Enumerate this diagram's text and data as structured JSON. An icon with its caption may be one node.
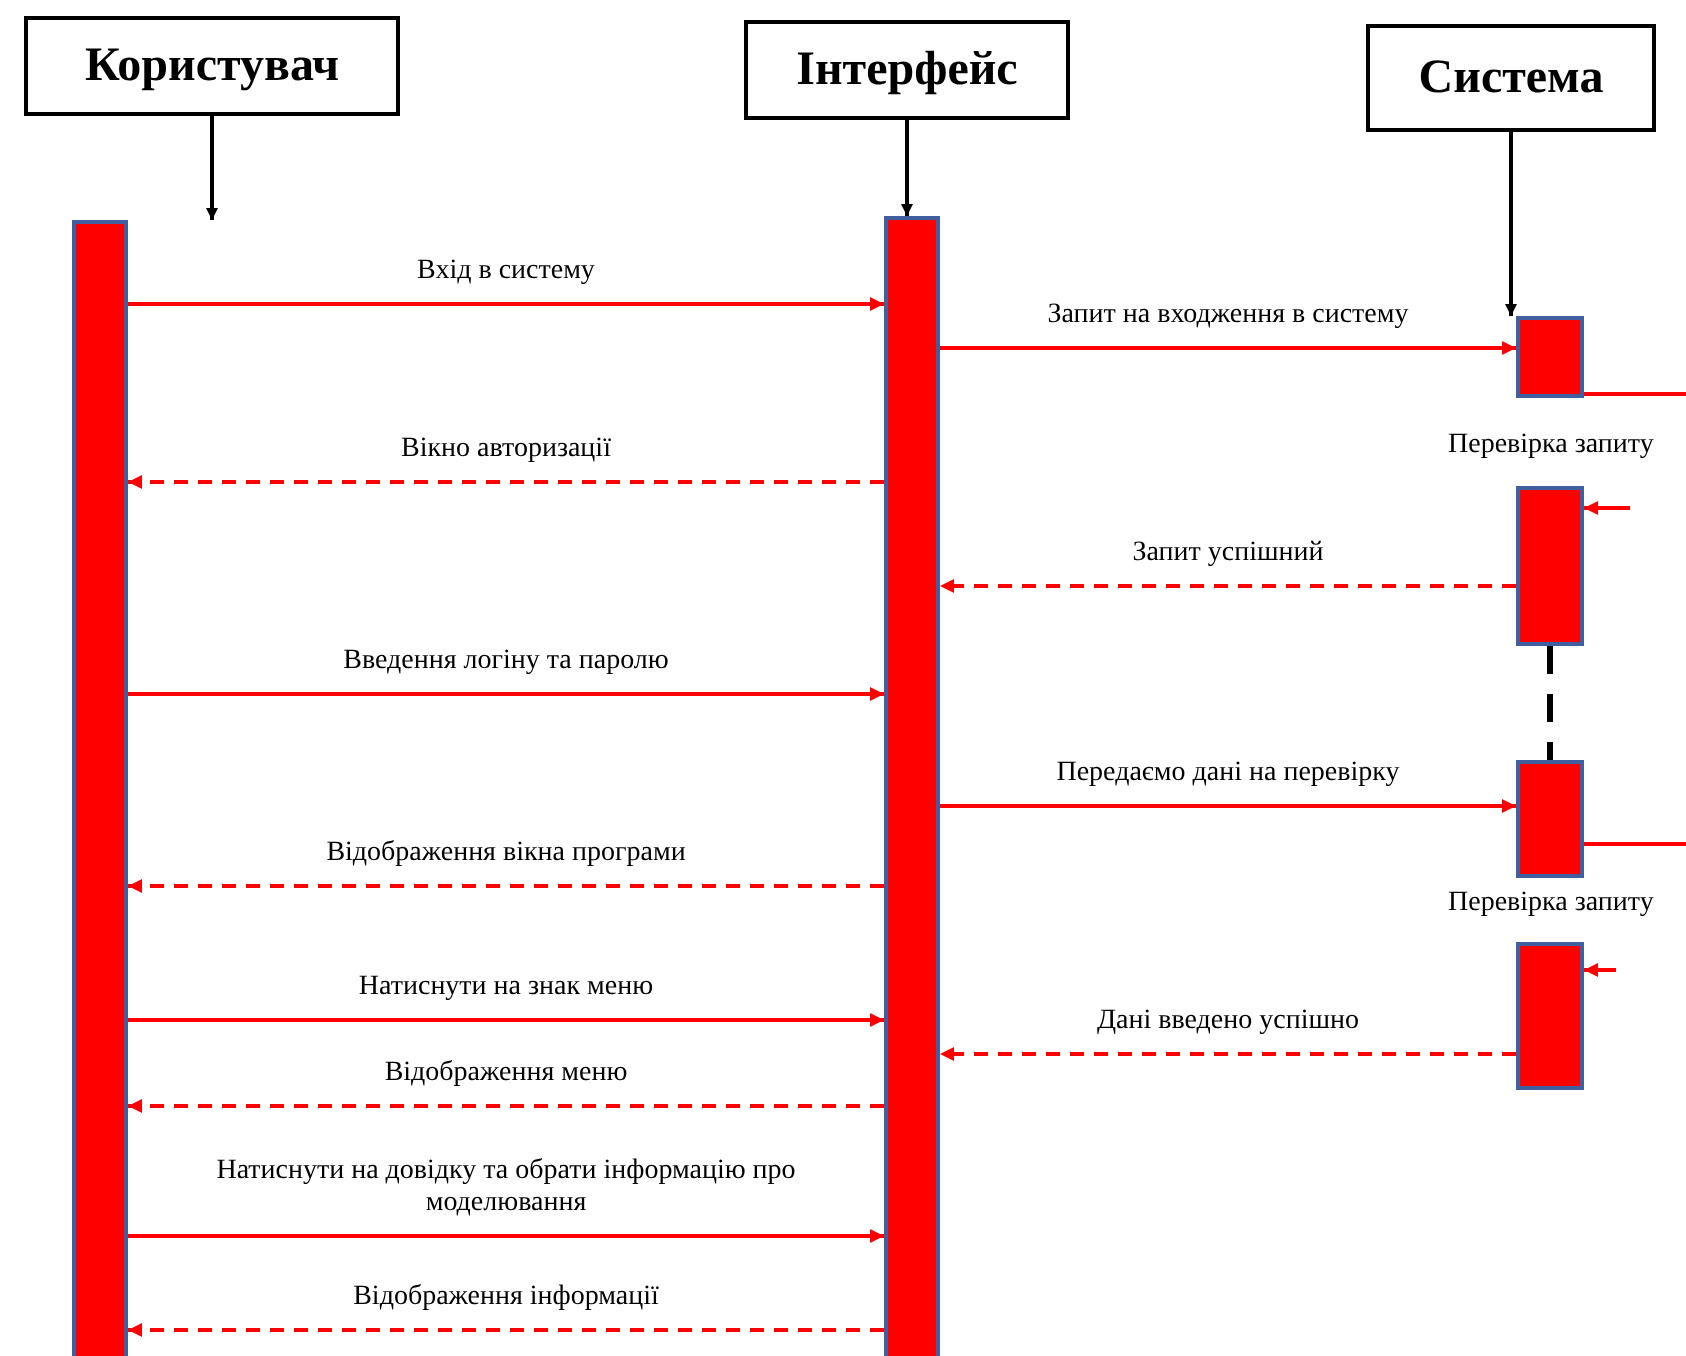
{
  "diagram": {
    "nodes": [
      {
        "text": [
          "Користувач"
        ]
      },
      {
        "text": [
          "Інтерфейс"
        ]
      },
      {
        "text": [
          "Система"
        ]
      },
      {
        "text": [],
        "shape": "bar"
      },
      {
        "text": [],
        "shape": "bar"
      },
      {
        "text": [],
        "shape": "bar"
      },
      {
        "text": [],
        "shape": "bar"
      },
      {
        "text": [],
        "shape": "bar"
      },
      {
        "text": [],
        "shape": "bar"
      }
    ],
    "edges": [
      {
        "from": 0,
        "to": 3,
        "arrow": "to",
        "color": "#000000"
      },
      {
        "from": 1,
        "to": 4,
        "arrow": "to",
        "color": "#000000"
      },
      {
        "from": 2,
        "to": 5,
        "arrow": "to",
        "color": "#000000"
      },
      {
        "from": 3,
        "to": 4,
        "arrow": "to",
        "label": "Вхід в систему"
      },
      {
        "from": 4,
        "to": 5,
        "arrow": "to",
        "label": "Запит на входження в систему"
      },
      {
        "from": 5,
        "to": null,
        "arrow": "none"
      },
      {
        "from": 4,
        "to": 3,
        "arrow": "to",
        "style": "dashed",
        "label": "Вікно авторизації"
      },
      {
        "from": null,
        "to": 6,
        "arrow": "to"
      },
      {
        "from": 6,
        "to": 4,
        "arrow": "to",
        "style": "dashed",
        "label": "Запит успішний"
      },
      {
        "from": 3,
        "to": 4,
        "arrow": "to",
        "label": "Введення логіну та паролю"
      },
      {
        "from": 6,
        "to": 7,
        "arrow": "none",
        "style": "dashed",
        "color": "#000000"
      },
      {
        "from": 4,
        "to": 7,
        "arrow": "to",
        "label": "Передаємо дані на перевірку"
      },
      {
        "from": 4,
        "to": 3,
        "arrow": "to",
        "style": "dashed",
        "label": "Відображення вікна програми"
      },
      {
        "from": 7,
        "to": null,
        "arrow": "none"
      },
      {
        "from": null,
        "to": 8,
        "arrow": "to"
      },
      {
        "from": 3,
        "to": 4,
        "arrow": "to",
        "label": "Натиснути на знак меню"
      },
      {
        "from": 8,
        "to": 4,
        "arrow": "to",
        "style": "dashed",
        "label": "Дані введено успішно"
      },
      {
        "from": 4,
        "to": 3,
        "arrow": "to",
        "style": "dashed",
        "label": "Відображення меню"
      },
      {
        "from": 3,
        "to": 4,
        "arrow": "to",
        "label": "Натиснути на довідку та обрати інформацію про моделювання"
      },
      {
        "from": 4,
        "to": 3,
        "arrow": "to",
        "style": "dashed",
        "label": "Відображення інформації"
      }
    ],
    "labels": [
      "Перевірка запиту",
      "Перевірка запиту"
    ]
  }
}
